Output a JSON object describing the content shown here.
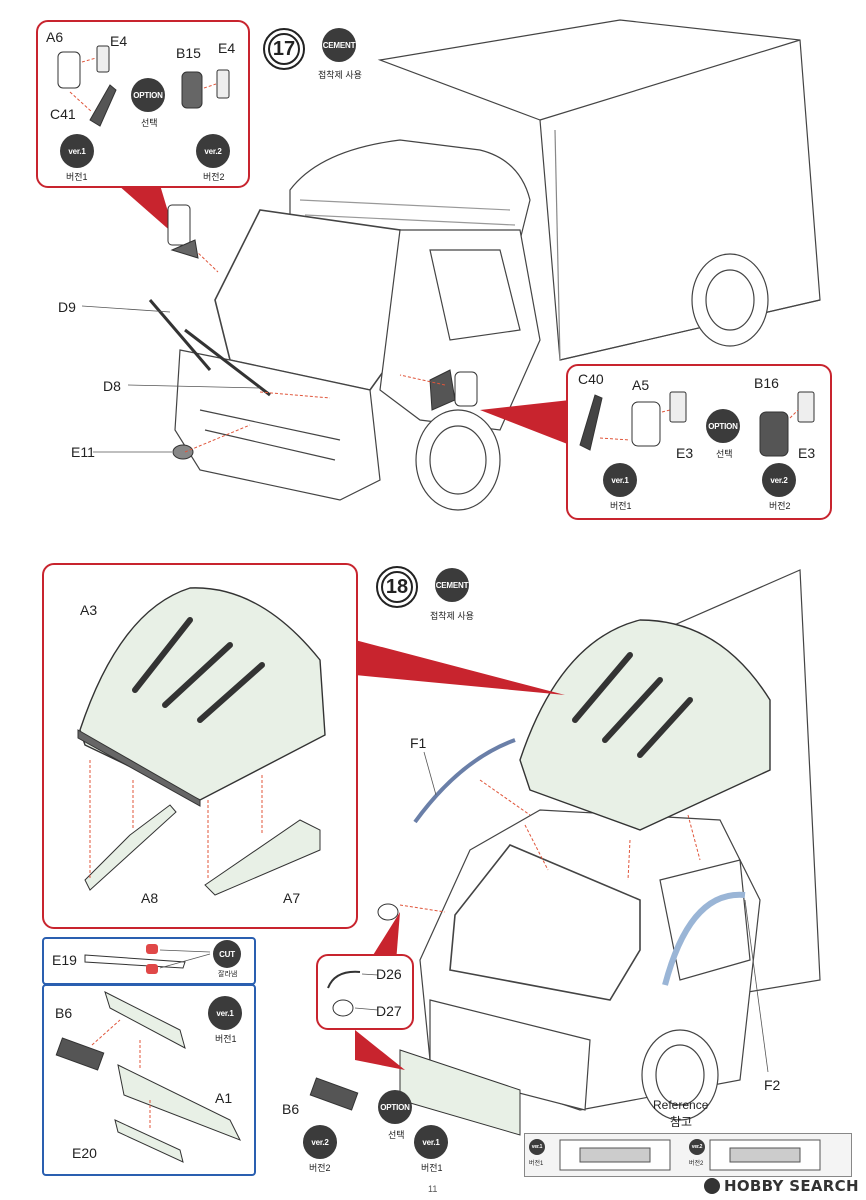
{
  "step17": {
    "number": "17",
    "cement_label": "CEMENT",
    "cement_note": "접착제 사용",
    "top_box": {
      "parts": [
        "A6",
        "E4",
        "C41",
        "B15",
        "E4"
      ],
      "option_label": "OPTION",
      "option_note": "선택",
      "ver1_label": "ver.1",
      "ver1_note": "버전1",
      "ver2_label": "ver.2",
      "ver2_note": "버전2"
    },
    "callouts": [
      "D9",
      "D8",
      "E11"
    ],
    "side_box": {
      "parts": [
        "C40",
        "A5",
        "E3",
        "B16",
        "E3"
      ],
      "option_label": "OPTION",
      "option_note": "선택",
      "ver1_label": "ver.1",
      "ver1_note": "버전1",
      "ver2_label": "ver.2",
      "ver2_note": "버전2"
    }
  },
  "step18": {
    "number": "18",
    "cement_label": "CEMENT",
    "cement_note": "접착제 사용",
    "roof_box": {
      "parts": [
        "A3",
        "A8",
        "A7"
      ]
    },
    "callouts": [
      "F1",
      "D26",
      "D27",
      "F2",
      "B6"
    ],
    "e19_box": {
      "part": "E19",
      "cut_label": "CUT",
      "cut_note": "잘라냄"
    },
    "grille_box": {
      "parts": [
        "B6",
        "A1",
        "E20"
      ],
      "ver1_label": "ver.1",
      "ver1_note": "버전1"
    },
    "bottom_options": {
      "option_label": "OPTION",
      "option_note": "선택",
      "ver2_label": "ver.2",
      "ver2_note": "버전2",
      "ver1_label": "ver.1",
      "ver1_note": "버전1"
    },
    "reference": {
      "label": "Reference",
      "note": "참고",
      "ver1": "ver.1",
      "ver1_note": "버전1",
      "ver2": "ver.2",
      "ver2_note": "버전2"
    }
  },
  "page_number": "11",
  "watermark": "HOBBY SEARCH",
  "colors": {
    "accent_red": "#c8242e",
    "accent_blue": "#2a5fb0",
    "badge": "#3b3b3b",
    "part_fill": "#e8f0e6"
  }
}
